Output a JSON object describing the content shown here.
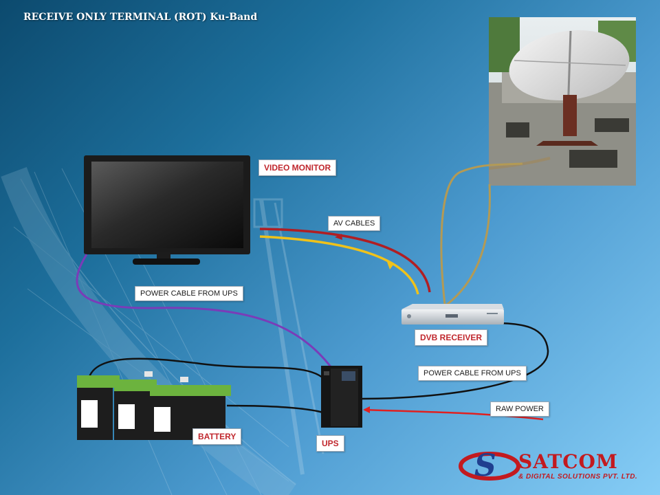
{
  "title": "RECEIVE ONLY TERMINAL (ROT)  Ku-Band",
  "labels": {
    "video_monitor": "VIDEO MONITOR",
    "av_cables": "AV CABLES",
    "power_cable_monitor": "POWER CABLE FROM UPS",
    "dvb_receiver": "DVB RECEIVER",
    "power_cable_receiver": "POWER CABLE FROM UPS",
    "raw_power": "RAW POWER",
    "battery": "BATTERY",
    "ups": "UPS"
  },
  "logo": {
    "name": "SATCOM",
    "tagline": "& DIGITAL SOLUTIONS PVT. LTD."
  },
  "colors": {
    "av_red": "#b01e23",
    "av_yellow": "#f0c21a",
    "power_purple": "#7a3cb8",
    "power_black": "#111111",
    "raw_power_red": "#e02020",
    "rf_cable": "#b39a55",
    "label_red": "#c0272d"
  }
}
